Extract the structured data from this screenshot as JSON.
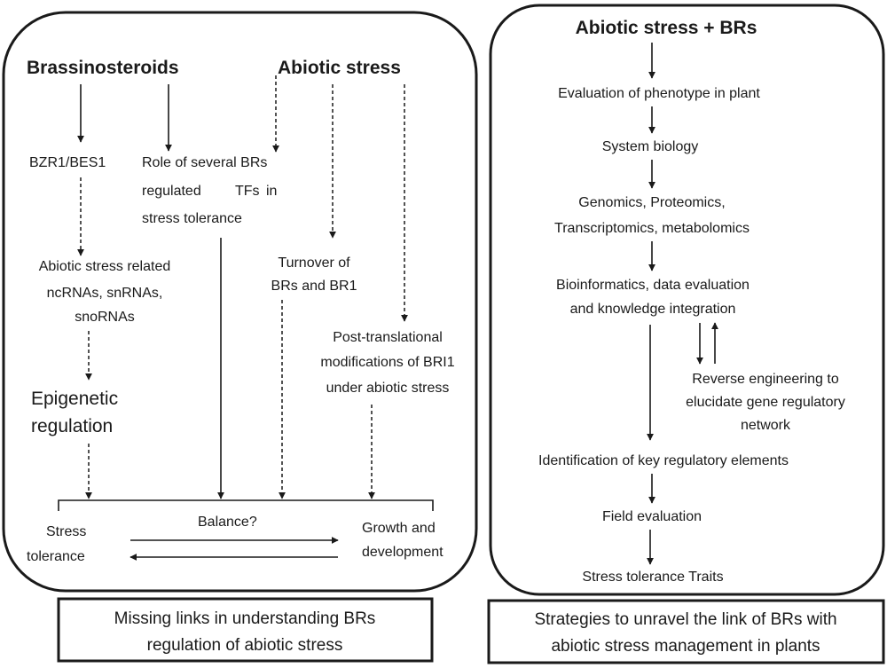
{
  "left_panel": {
    "brassinosteroids": "Brassinosteroids",
    "abiotic_stress": "Abiotic stress",
    "bzr1_bes1": "BZR1/BES1",
    "role_tfs": [
      "Role of several BRs",
      "regulated",
      "TFs",
      "in",
      "stress tolerance"
    ],
    "ncrnas": [
      "Abiotic stress related",
      "ncRNAs, snRNAs,",
      "snoRNAs"
    ],
    "epigenetic": [
      "Epigenetic",
      "regulation"
    ],
    "turnover": [
      "Turnover of",
      "BRs and BR1"
    ],
    "post_translational": [
      "Post-translational",
      "modifications of BRI1",
      "under abiotic stress"
    ],
    "stress_tolerance": [
      "Stress",
      "tolerance"
    ],
    "balance": "Balance?",
    "growth": [
      "Growth and",
      "development"
    ],
    "caption": [
      "Missing links in understanding BRs",
      "regulation of abiotic stress"
    ]
  },
  "right_panel": {
    "title": "Abiotic stress + BRs",
    "phenotype": "Evaluation of phenotype in plant",
    "system_biology": "System biology",
    "omics": [
      "Genomics, Proteomics,",
      "Transcriptomics, metabolomics"
    ],
    "bioinformatics": [
      "Bioinformatics, data evaluation",
      "and knowledge integration"
    ],
    "reverse": [
      "Reverse engineering to",
      "elucidate gene regulatory",
      "network"
    ],
    "key_elements": "Identification of key regulatory elements",
    "field": "Field evaluation",
    "traits": "Stress tolerance Traits",
    "caption": [
      "Strategies to unravel the link of BRs with",
      "abiotic stress management in plants"
    ]
  }
}
